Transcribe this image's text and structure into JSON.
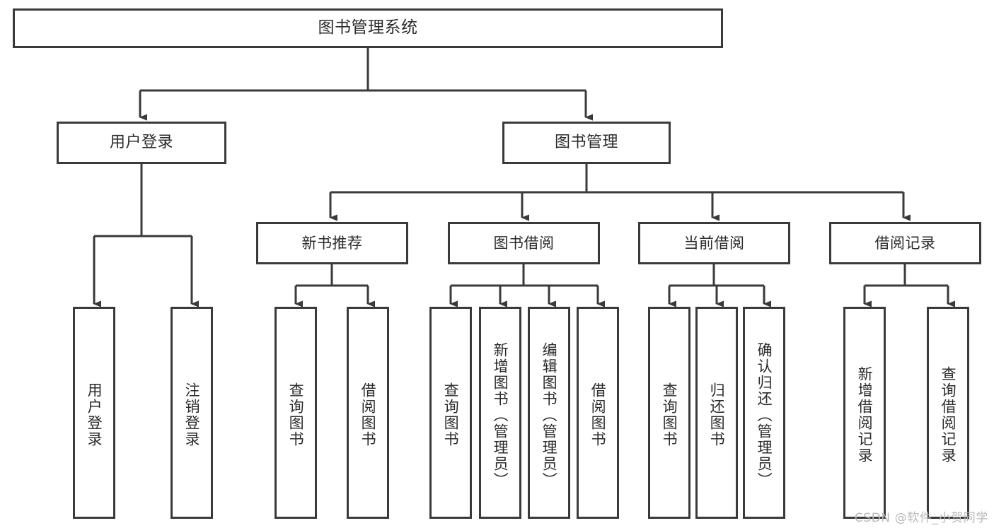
{
  "diagram": {
    "title": "图书管理系统",
    "type": "tree-hierarchy",
    "stroke_color": "#3a3a3c",
    "background_color": "#ffffff",
    "text_color": "#2b2b2b"
  },
  "nodes": {
    "root": {
      "label": "图书管理系统"
    },
    "level1": [
      {
        "label": "用户登录"
      },
      {
        "label": "图书管理"
      }
    ],
    "level2": [
      {
        "label": "新书推荐"
      },
      {
        "label": "图书借阅"
      },
      {
        "label": "当前借阅"
      },
      {
        "label": "借阅记录"
      }
    ],
    "leaves": [
      {
        "label": "用户登录"
      },
      {
        "label": "注销登录"
      },
      {
        "label": "查询图书"
      },
      {
        "label": "借阅图书"
      },
      {
        "label": "查询图书"
      },
      {
        "label": "新增图书（管理员）"
      },
      {
        "label": "编辑图书（管理员）"
      },
      {
        "label": "借阅图书"
      },
      {
        "label": "查询图书"
      },
      {
        "label": "归还图书"
      },
      {
        "label": "确认归还（管理员）"
      },
      {
        "label": "新增借阅记录"
      },
      {
        "label": "查询借阅记录"
      }
    ]
  },
  "watermark": {
    "text": "CSDN @软件_小贺同学"
  }
}
